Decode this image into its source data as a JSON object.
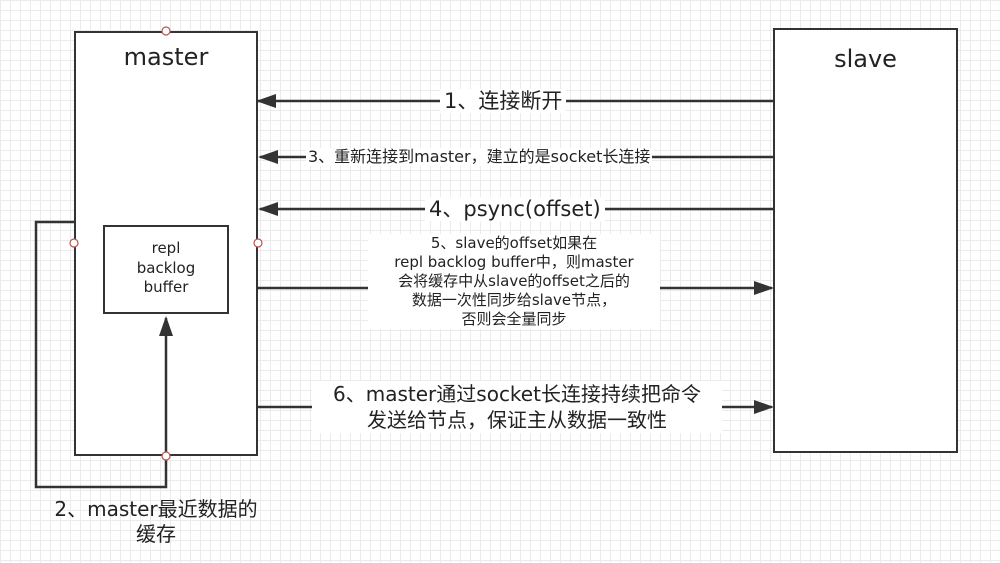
{
  "master": {
    "title": "master"
  },
  "slave": {
    "title": "slave"
  },
  "backlog": {
    "lines": [
      "repl",
      "backlog",
      "buffer"
    ]
  },
  "arrows": {
    "a1": "1、连接断开",
    "a3": "3、重新连接到master，建立的是socket长连接",
    "a4": "4、psync(offset)",
    "a5": [
      "5、slave的offset如果在",
      "repl backlog buffer中，则master",
      "会将缓存中从slave的offset之后的",
      "数据一次性同步给slave节点，",
      "否则会全量同步"
    ],
    "a6": [
      "6、master通过socket长连接持续把命令",
      "发送给节点，保证主从数据一致性"
    ]
  },
  "cache_label": [
    "2、master最近数据的",
    "缓存"
  ],
  "colors": {
    "line": "#333333",
    "handle": "#b85450"
  }
}
